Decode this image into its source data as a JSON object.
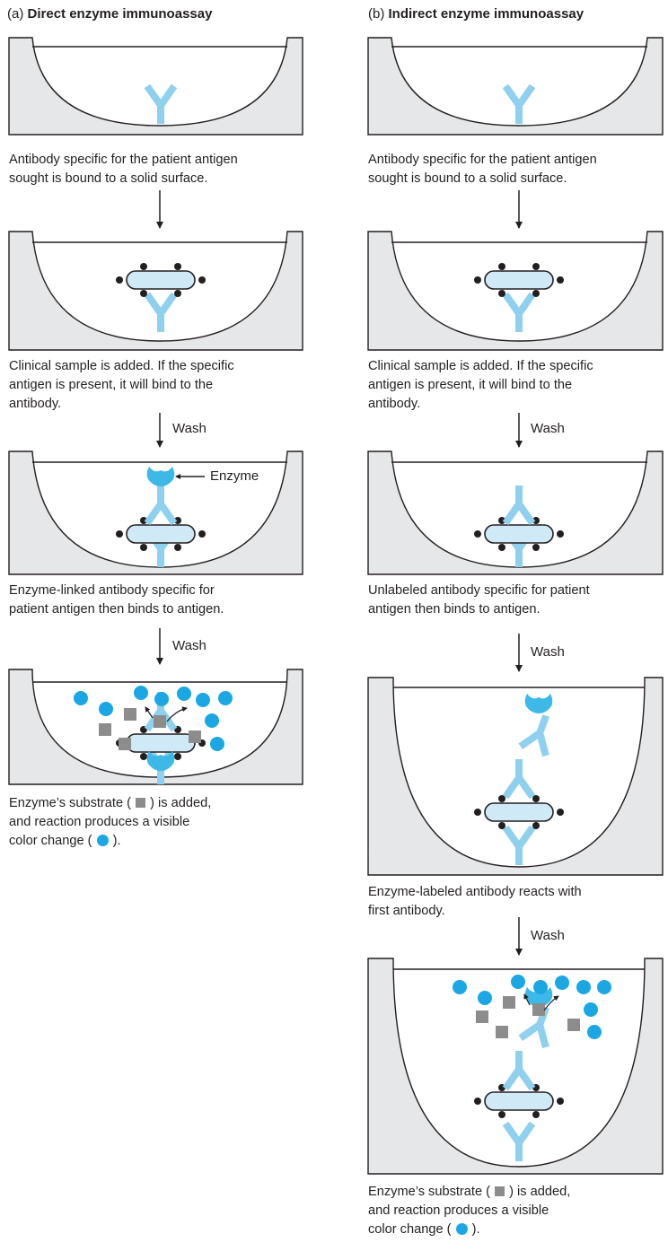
{
  "panel_a": {
    "letter": "(a)",
    "title": "Direct enzyme immunoassay",
    "step1": {
      "line1": "Antibody specific for the patient antigen",
      "line2": "sought is bound to a solid surface."
    },
    "step2": {
      "line1": "Clinical sample is added. If the specific",
      "line2": "antigen is present, it will bind to the",
      "line3": "antibody."
    },
    "wash1": "Wash",
    "enzyme_label": "Enzyme",
    "step3": {
      "line1": "Enzyme-linked antibody specific for",
      "line2": "patient antigen then binds to antigen."
    },
    "wash2": "Wash",
    "step4": {
      "line1a": "Enzyme’s substrate (",
      "line1b": ") is added,",
      "line2": "and reaction produces a visible",
      "line3a": "color change (",
      "line3b": ")."
    }
  },
  "panel_b": {
    "letter": "(b)",
    "title": "Indirect enzyme immunoassay",
    "step1": {
      "line1": "Antibody specific for the patient antigen",
      "line2": "sought is bound to a solid surface."
    },
    "step2": {
      "line1": "Clinical sample is added. If the specific",
      "line2": "antigen is present, it will bind to the",
      "line3": "antibody."
    },
    "wash1": "Wash",
    "step3": {
      "line1": "Unlabeled antibody specific for patient",
      "line2": "antigen then binds to antigen."
    },
    "wash2": "Wash",
    "step4": {
      "line1": "Enzyme-labeled antibody reacts with",
      "line2": "first antibody."
    },
    "wash3": "Wash",
    "step5": {
      "line1a": "Enzyme’s substrate (",
      "line1b": ") is added,",
      "line2": "and reaction produces a visible",
      "line3a": "color change (",
      "line3b": ")."
    }
  },
  "colors": {
    "antibody": "#8fd0ef",
    "enzyme": "#3cb9e6",
    "product": "#1ba7e3",
    "substrate": "#8c8c8c",
    "well_fill": "#e6e7e8",
    "antigen_fill": "#cfe9f7",
    "outline": "#231f20"
  }
}
